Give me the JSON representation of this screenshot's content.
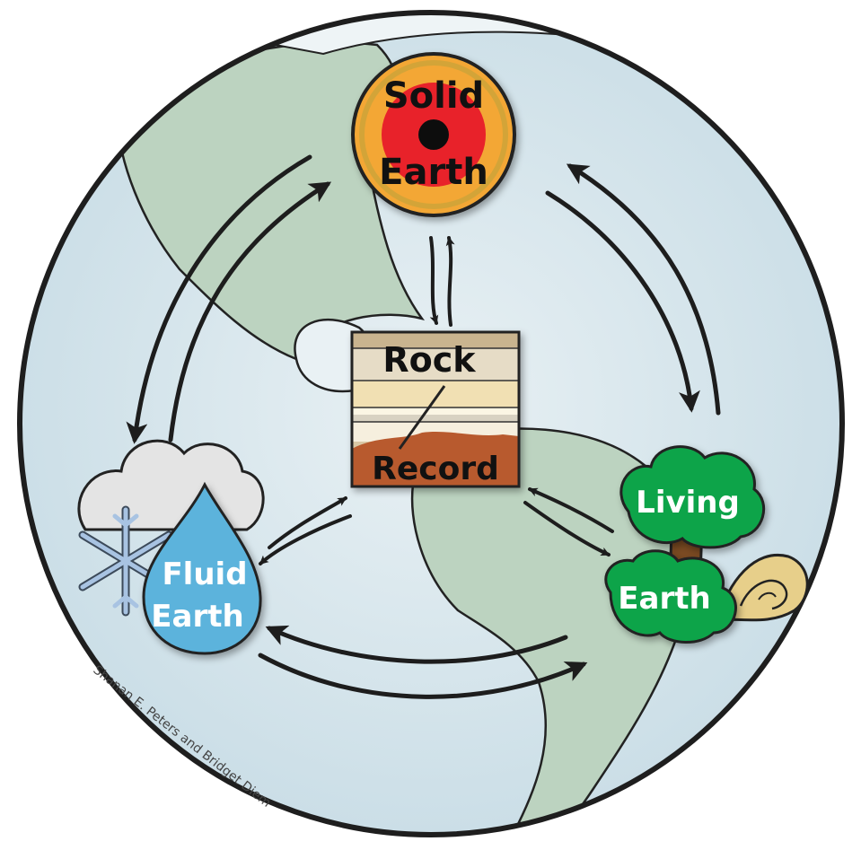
{
  "diagram": {
    "nodes": {
      "solid_earth": {
        "line1": "Solid",
        "line2": "Earth"
      },
      "rock_record": {
        "line1": "Rock",
        "line2": "Record"
      },
      "fluid_earth": {
        "line1": "Fluid",
        "line2": "Earth"
      },
      "living_earth": {
        "line1": "Living",
        "line2": "Earth"
      }
    },
    "credit": "Shanan E. Peters and Bridget Diem",
    "edges": [
      {
        "from": "solid_earth",
        "to": "fluid_earth"
      },
      {
        "from": "fluid_earth",
        "to": "solid_earth"
      },
      {
        "from": "solid_earth",
        "to": "living_earth"
      },
      {
        "from": "living_earth",
        "to": "solid_earth"
      },
      {
        "from": "fluid_earth",
        "to": "living_earth"
      },
      {
        "from": "living_earth",
        "to": "fluid_earth"
      },
      {
        "from": "solid_earth",
        "to": "rock_record"
      },
      {
        "from": "rock_record",
        "to": "solid_earth"
      },
      {
        "from": "fluid_earth",
        "to": "rock_record"
      },
      {
        "from": "rock_record",
        "to": "fluid_earth"
      },
      {
        "from": "living_earth",
        "to": "rock_record"
      },
      {
        "from": "rock_record",
        "to": "living_earth"
      }
    ]
  },
  "colors": {
    "ocean": "#d3e3ea",
    "land": "#bcd3c0",
    "solid_outer": "#f3a736",
    "solid_core": "#e8202a",
    "water_drop": "#5cb3dc",
    "cloud": "#e4e4e4",
    "snowflake": "#8fb0d4",
    "tree_green": "#10a44a",
    "trunk": "#7a4a22",
    "shell": "#e7cf8a",
    "sediment_top": "#d9c8a6",
    "sediment_sand": "#f1e0b3",
    "sediment_red": "#b85a2f"
  }
}
